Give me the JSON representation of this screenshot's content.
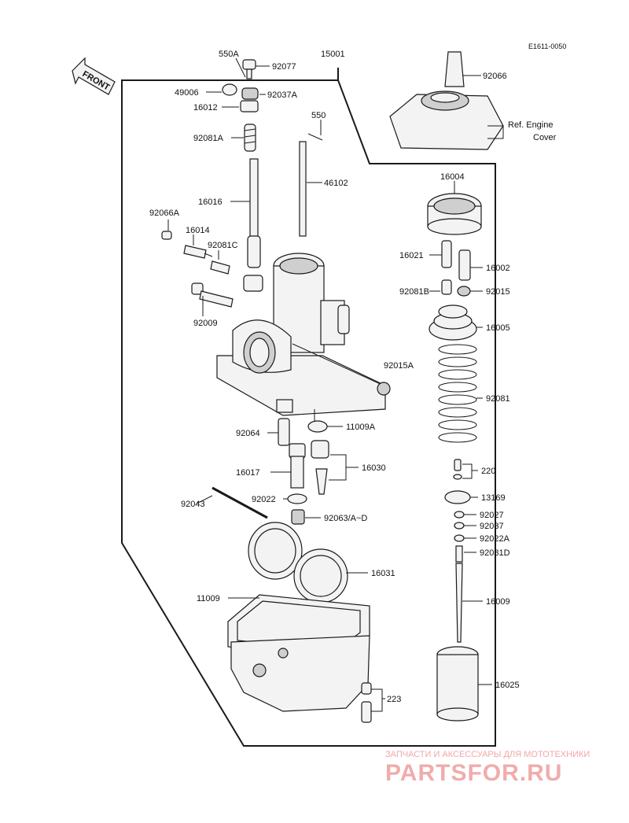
{
  "diagram_code": "E1611-0050",
  "front_label": "FRONT",
  "labels": {
    "p550A": "550A",
    "p92077": "92077",
    "p15001": "15001",
    "p92066": "92066",
    "p49006": "49006",
    "p92037A": "92037A",
    "p16012": "16012",
    "p550": "550",
    "ref_line1": "Ref. Engine",
    "ref_line2": "Cover",
    "p92081A": "92081A",
    "p46102": "46102",
    "p16004": "16004",
    "p16016": "16016",
    "p92066A": "92066A",
    "p16014": "16014",
    "p92081C": "92081C",
    "p16021": "16021",
    "p16002": "16002",
    "p92081B": "92081B",
    "p92015": "92015",
    "p92009": "92009",
    "p16005": "16005",
    "p92015A": "92015A",
    "p92081": "92081",
    "p11009A": "11009A",
    "p92064": "92064",
    "p16030": "16030",
    "p16017": "16017",
    "p220": "220",
    "p92043": "92043",
    "p92022": "92022",
    "p13169": "13169",
    "p92063": "92063/A~D",
    "p92027": "92027",
    "p92037": "92037",
    "p92022A": "92022A",
    "p92081D": "92081D",
    "p16031": "16031",
    "p11009": "11009",
    "p16009": "16009",
    "p16025": "16025",
    "p223": "223"
  },
  "watermark": {
    "line1": "ЗАПЧАСТИ И АКСЕССУАРЫ ДЛЯ МОТОТЕХНИКИ",
    "line2": "PARTSFOR.RU"
  }
}
